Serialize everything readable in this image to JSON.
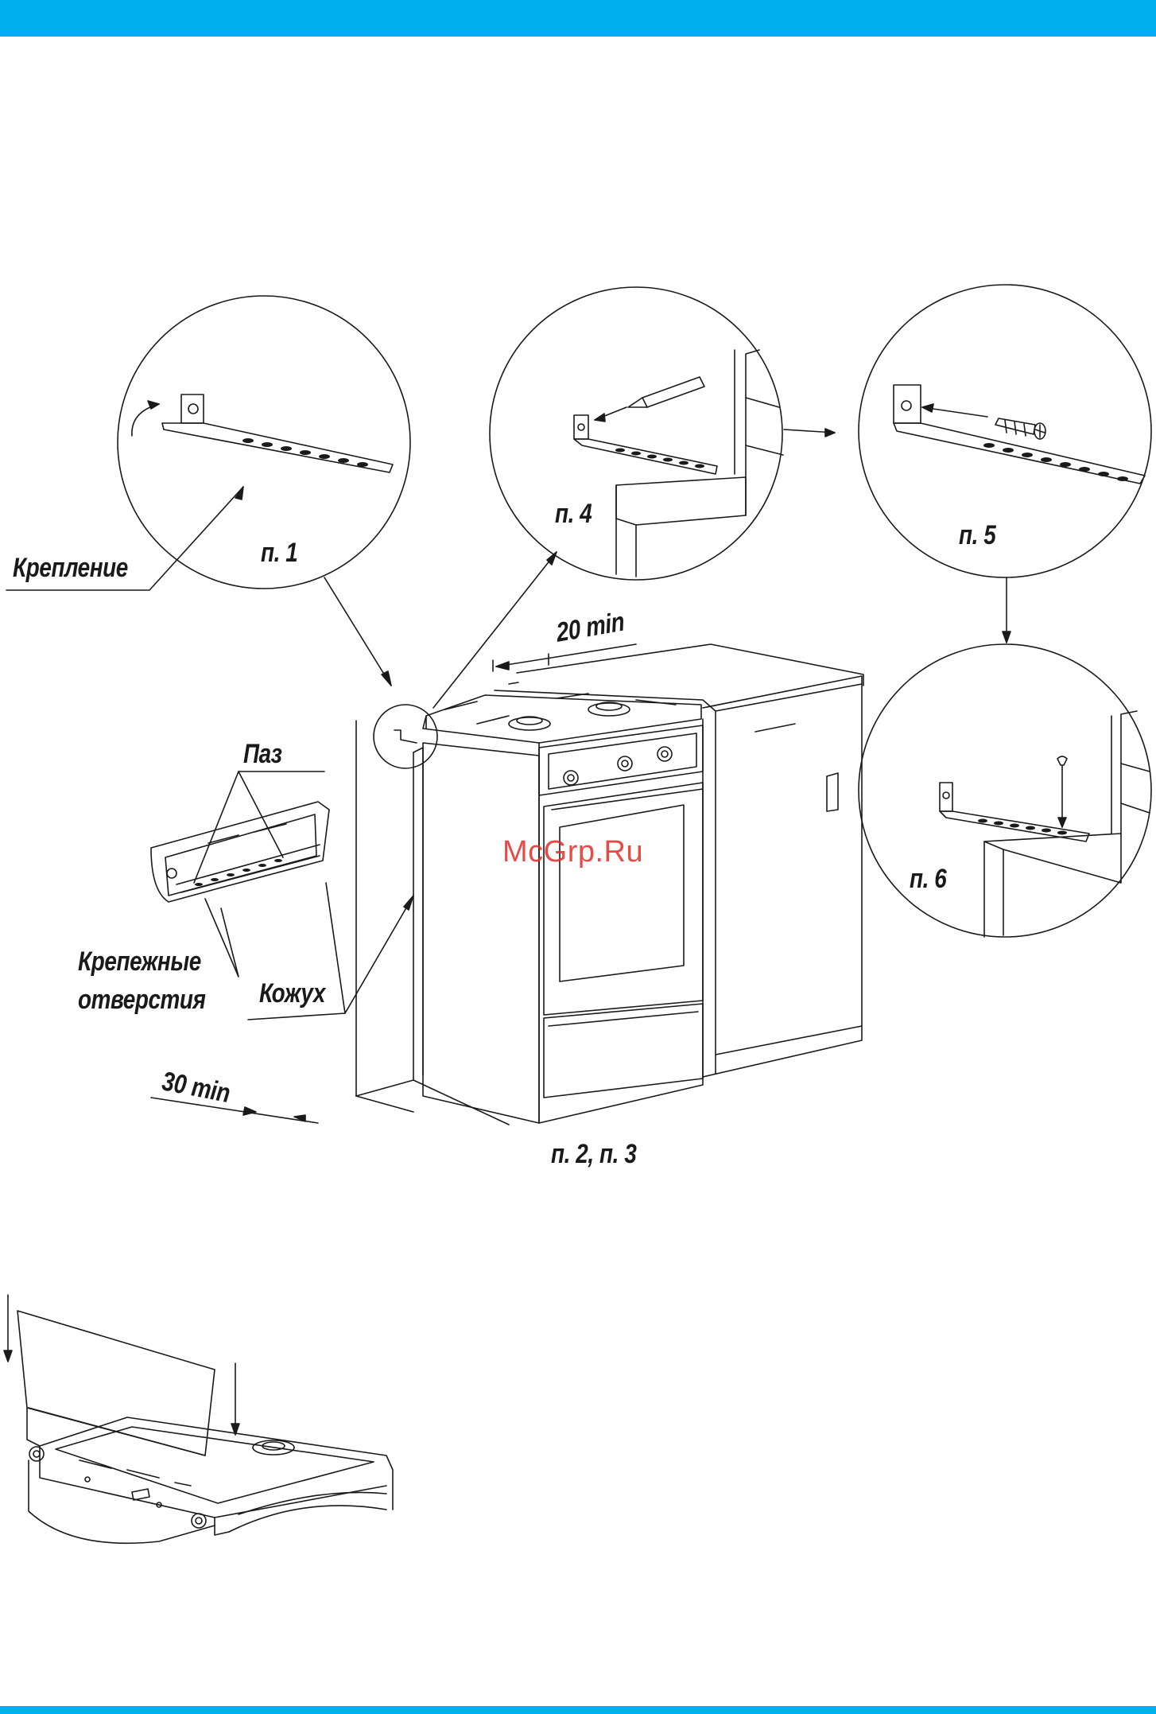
{
  "colors": {
    "band": "#00aeef",
    "line": "#1a1a1a",
    "watermark": "#e2342f"
  },
  "labels": {
    "fastener": "Крепление",
    "groove": "Паз",
    "mounting_holes_line1": "Крепежные",
    "mounting_holes_line2": "отверстия",
    "casing": "Кожух",
    "dim_20": "20 min",
    "dim_30": "30 min",
    "step_1": "п. 1",
    "step_4": "п. 4",
    "step_5": "п. 5",
    "step_6": "п. 6",
    "step_2_3": "п. 2, п. 3"
  },
  "watermark": "McGrp.Ru"
}
